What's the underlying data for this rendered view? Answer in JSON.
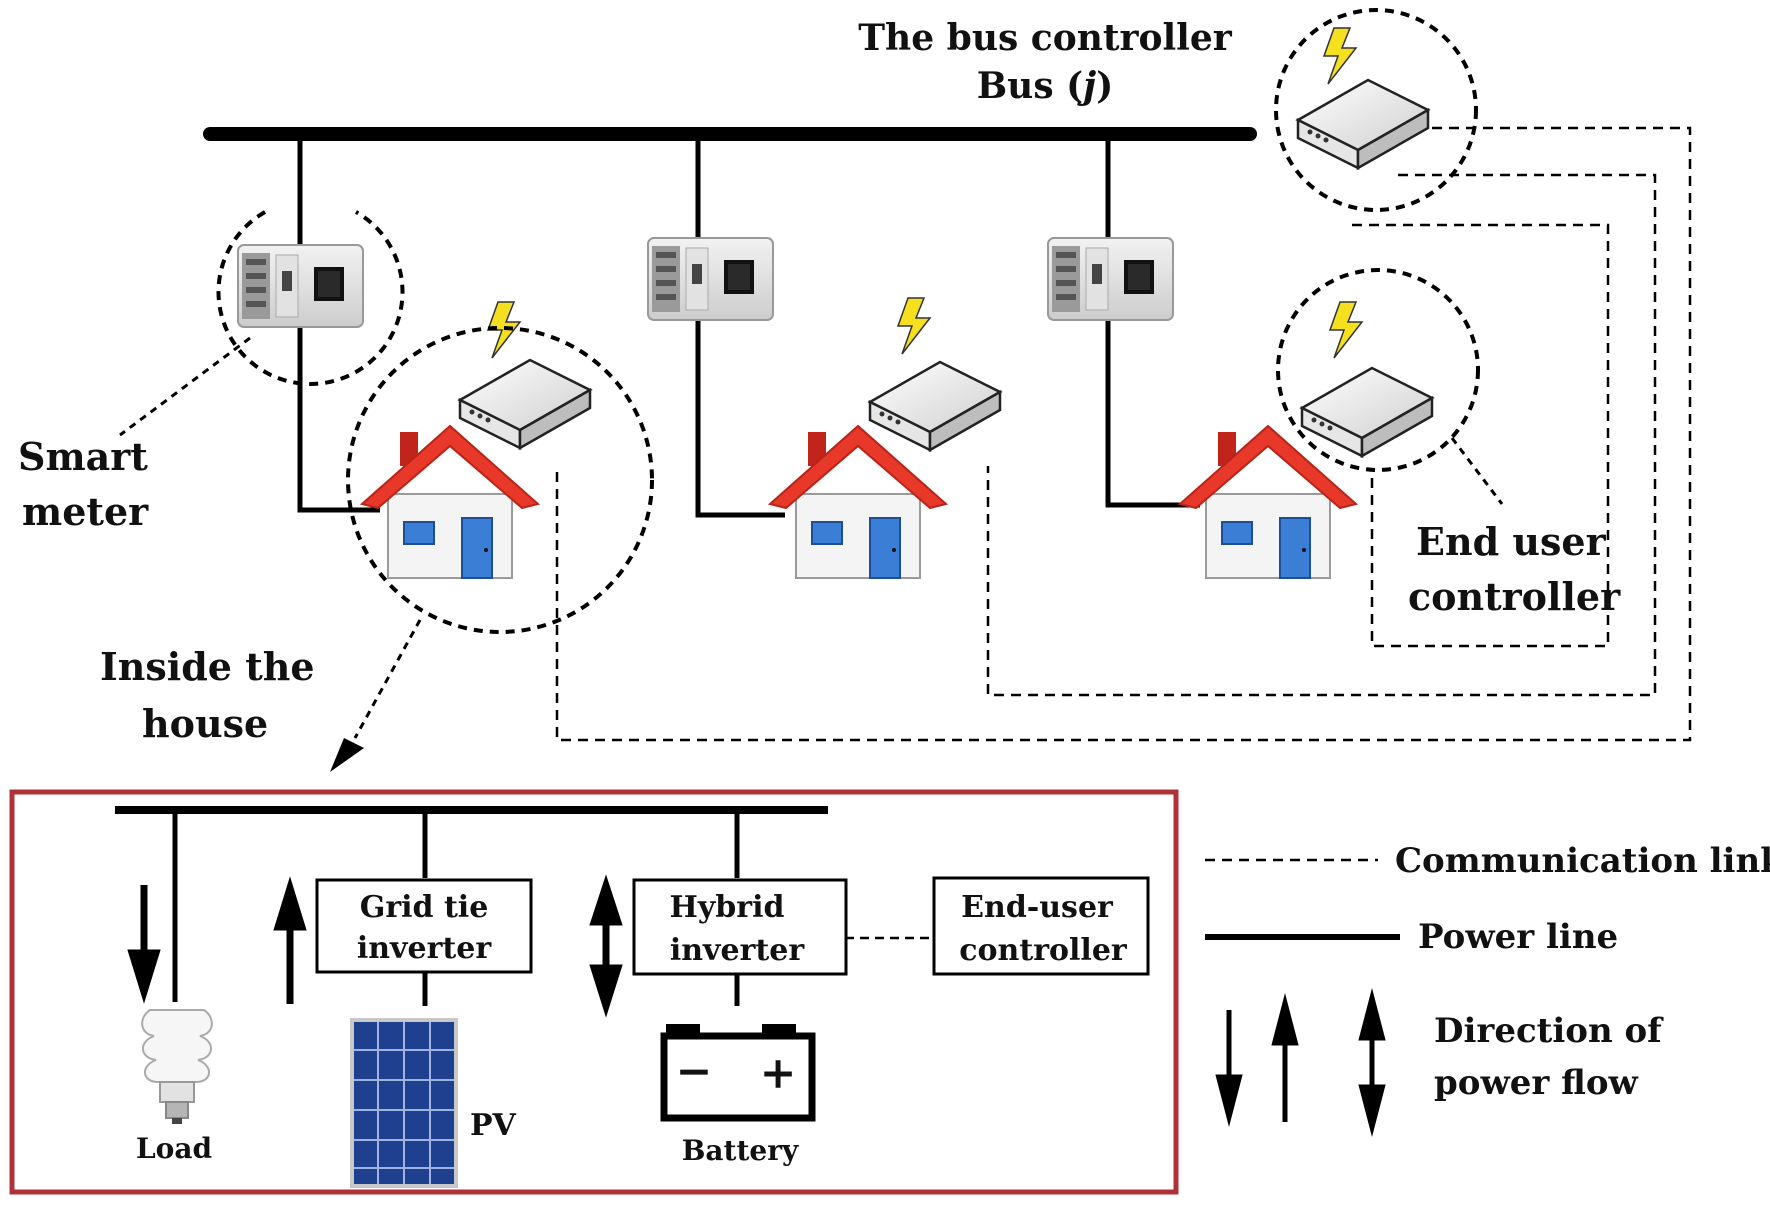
{
  "labels": {
    "bus_controller": "The bus controller",
    "bus_prefix": "Bus (",
    "bus_var": "j",
    "bus_suffix": ")",
    "smart_meter_1": "Smart",
    "smart_meter_2": "meter",
    "end_user_1": "End user",
    "end_user_2": "controller",
    "inside_1": "Inside the",
    "inside_2": "house"
  },
  "inside": {
    "grid_tie_1": "Grid tie",
    "grid_tie_2": "inverter",
    "hybrid_1": "Hybrid",
    "hybrid_2": "inverter",
    "euc_1": "End-user",
    "euc_2": "controller",
    "load": "Load",
    "pv": "PV",
    "battery": "Battery",
    "battery_minus": "−",
    "battery_plus": "+"
  },
  "legend": {
    "comm_link": "Communication link",
    "power_line": "Power line",
    "direction_1": "Direction of",
    "direction_2": "power flow"
  },
  "colors": {
    "roof": "#e8382a",
    "house_wall": "#f4f4f4",
    "window": "#3a7fd5",
    "lightning": "#f5e020",
    "frame_red": "#b0303a",
    "pv_blue": "#1f3f8f"
  }
}
